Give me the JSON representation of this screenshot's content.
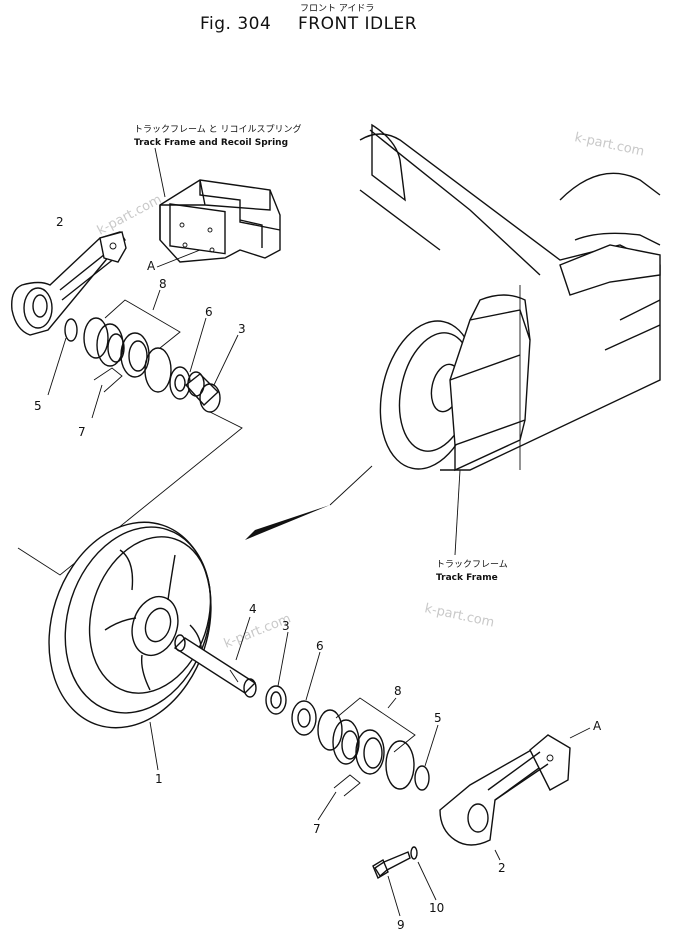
{
  "figure": {
    "title_prefix": "Fig. 304",
    "title_en": "FRONT IDLER",
    "title_jp": "フロント アイドラ"
  },
  "annotations": {
    "track_frame_recoil_jp": "トラックフレーム と リコイルスプリング",
    "track_frame_recoil_en": "Track Frame and Recoil Spring",
    "track_frame_jp": "トラックフレーム",
    "track_frame_en": "Track Frame",
    "ref_a_top": "A",
    "ref_a_bottom": "A"
  },
  "part_numbers": {
    "p2_top": "2",
    "p8_top": "8",
    "p6_top": "6",
    "p3_top": "3",
    "p5_top": "5",
    "p7_top": "7",
    "p1": "1",
    "p4": "4",
    "p3_bottom": "3",
    "p6_bottom": "6",
    "p8_bottom": "8",
    "p5_bottom": "5",
    "p7_bottom": "7",
    "p2_bottom": "2",
    "p9": "9",
    "p10": "10"
  },
  "watermarks": {
    "w1": "k-part.com",
    "w2": "k-part.com",
    "w3": "k-part.com",
    "w4": "k-part.com"
  }
}
